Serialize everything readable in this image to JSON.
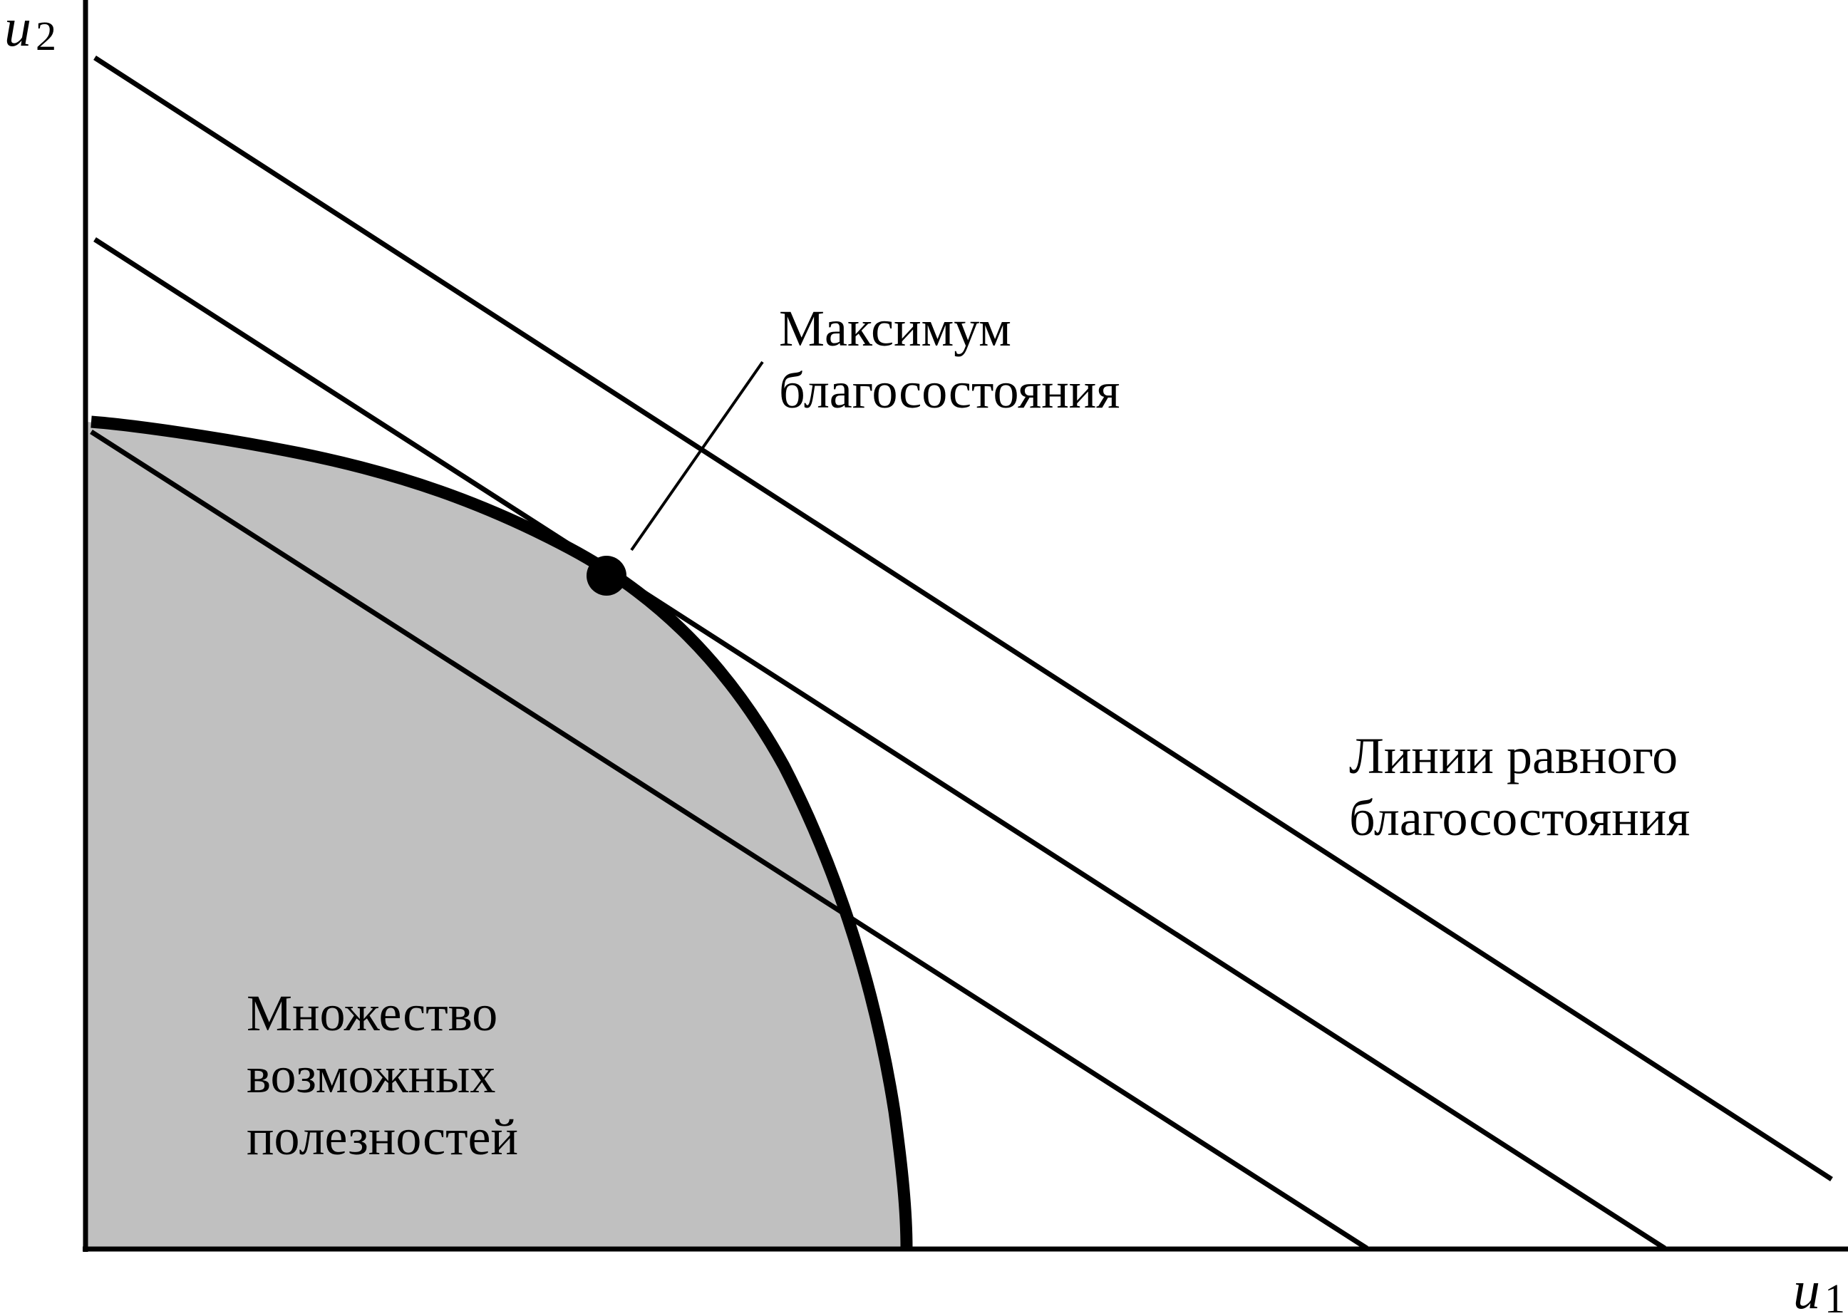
{
  "axes": {
    "y": {
      "var": "u",
      "sub": "2"
    },
    "x": {
      "var": "u",
      "sub": "1"
    }
  },
  "labels": {
    "maximum": [
      "Максимум",
      "благосостояния"
    ],
    "iso_lines": [
      "Линии равного",
      "благосостояния"
    ],
    "set": [
      "Множество",
      "возможных",
      "полезностей"
    ]
  },
  "colors": {
    "set_fill": "#c0c0c0",
    "ink": "#000000"
  }
}
